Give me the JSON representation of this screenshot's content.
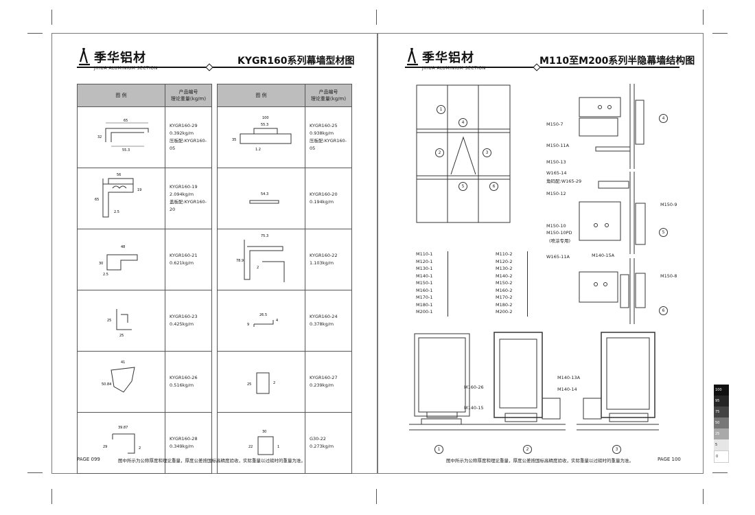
{
  "left": {
    "brand_zh": "季华铝材",
    "brand_en": "JIHUA ALUMINIUM SECTION",
    "title": "KYGR160系列幕墙型材图",
    "col_header_1": "图  例",
    "col_header_2a": "产品编号",
    "col_header_2b": "理论重量(kg/m)",
    "table1": [
      {
        "code": "KYGR160-29",
        "weight": "0.392kg/m",
        "extra": "压板配:KYGR160-05",
        "dims": [
          "65",
          "32",
          "55.3"
        ]
      },
      {
        "code": "KYGR160-19",
        "weight": "2.094kg/m",
        "extra": "盖板配:KYGR160-20",
        "dims": [
          "56",
          "65",
          "19",
          "2.5"
        ]
      },
      {
        "code": "KYGR160-21",
        "weight": "0.621kg/m",
        "extra": "",
        "dims": [
          "48",
          "30",
          "2.5"
        ]
      },
      {
        "code": "KYGR160-23",
        "weight": "0.425kg/m",
        "extra": "",
        "dims": [
          "25",
          "25"
        ]
      },
      {
        "code": "KYGR160-26",
        "weight": "0.516kg/m",
        "extra": "",
        "dims": [
          "41",
          "50.84"
        ]
      },
      {
        "code": "KYGR160-28",
        "weight": "0.349kg/m",
        "extra": "",
        "dims": [
          "39.87",
          "29",
          "2"
        ]
      }
    ],
    "table2": [
      {
        "code": "KYGR160-25",
        "weight": "0.938kg/m",
        "extra": "压板配:KYGR160-05",
        "dims": [
          "100",
          "55.3",
          "35",
          "1.2"
        ]
      },
      {
        "code": "KYGR160-20",
        "weight": "0.194kg/m",
        "extra": "",
        "dims": [
          "54.3"
        ]
      },
      {
        "code": "KYGR160-22",
        "weight": "1.103kg/m",
        "extra": "",
        "dims": [
          "75.3",
          "78.9",
          "2"
        ]
      },
      {
        "code": "KYGR160-24",
        "weight": "0.378kg/m",
        "extra": "",
        "dims": [
          "26.5",
          "9",
          "4"
        ]
      },
      {
        "code": "KYGR160-27",
        "weight": "0.239kg/m",
        "extra": "",
        "dims": [
          "25",
          "2"
        ]
      },
      {
        "code": "G30-22",
        "weight": "0.273kg/m",
        "extra": "",
        "dims": [
          "30",
          "22",
          "1"
        ]
      }
    ],
    "page": "PAGE 099",
    "note": "图中所示为公称厚度和理论重量，厚度公差按国标高精度验收，实际重量以过磅时的重量为准。"
  },
  "right": {
    "brand_zh": "季华铝材",
    "brand_en": "JIHUA ALUMINIUM SECTION",
    "title": "M110至M200系列半隐幕墙结构图",
    "elevation_markers": [
      "1",
      "2",
      "3",
      "4",
      "5",
      "6"
    ],
    "list1": [
      "M110-1",
      "M120-1",
      "M130-1",
      "M140-1",
      "M150-1",
      "M160-1",
      "M170-1",
      "M180-1",
      "M200-1"
    ],
    "list2": [
      "M110-2",
      "M120-2",
      "M130-2",
      "M140-2",
      "M150-2",
      "M160-2",
      "M170-2",
      "M180-2",
      "M200-2"
    ],
    "section_labels": {
      "m160_26": "M160-26",
      "m140_15": "M140-15",
      "m140_13a": "M140-13A",
      "m140_14": "M140-14"
    },
    "section_numbers": [
      "1",
      "2",
      "3"
    ],
    "detail_labels": {
      "m150_7": "M150-7",
      "m150_11a": "M150-11A",
      "m150_13": "M150-13",
      "w165_14": "W165-14",
      "w165_14b": "角码配:W165-29",
      "m150_12": "M150-12",
      "m150_9": "M150-9",
      "m150_10": "M150-10",
      "m150_10pd": "M150-10PD",
      "m150_10pd_note": "(喷涂专用)",
      "w165_11a": "W165-11A",
      "m140_15a": "M140-15A",
      "m150_8": "M150-8"
    },
    "detail_markers": [
      "4",
      "5",
      "6"
    ],
    "page": "PAGE 100",
    "note": "图中所示为公称厚度和理论重量，厚度公差按国标高精度验收，实际重量以过磅时的重量为准。"
  },
  "swatches": [
    {
      "label": "100",
      "color": "#111111"
    },
    {
      "label": "95",
      "color": "#262626"
    },
    {
      "label": "75",
      "color": "#444444"
    },
    {
      "label": "50",
      "color": "#777777"
    },
    {
      "label": "25",
      "color": "#a9a9a9"
    },
    {
      "label": "5",
      "color": "#e6e6e6"
    },
    {
      "label": "0",
      "color": "#ffffff"
    }
  ]
}
